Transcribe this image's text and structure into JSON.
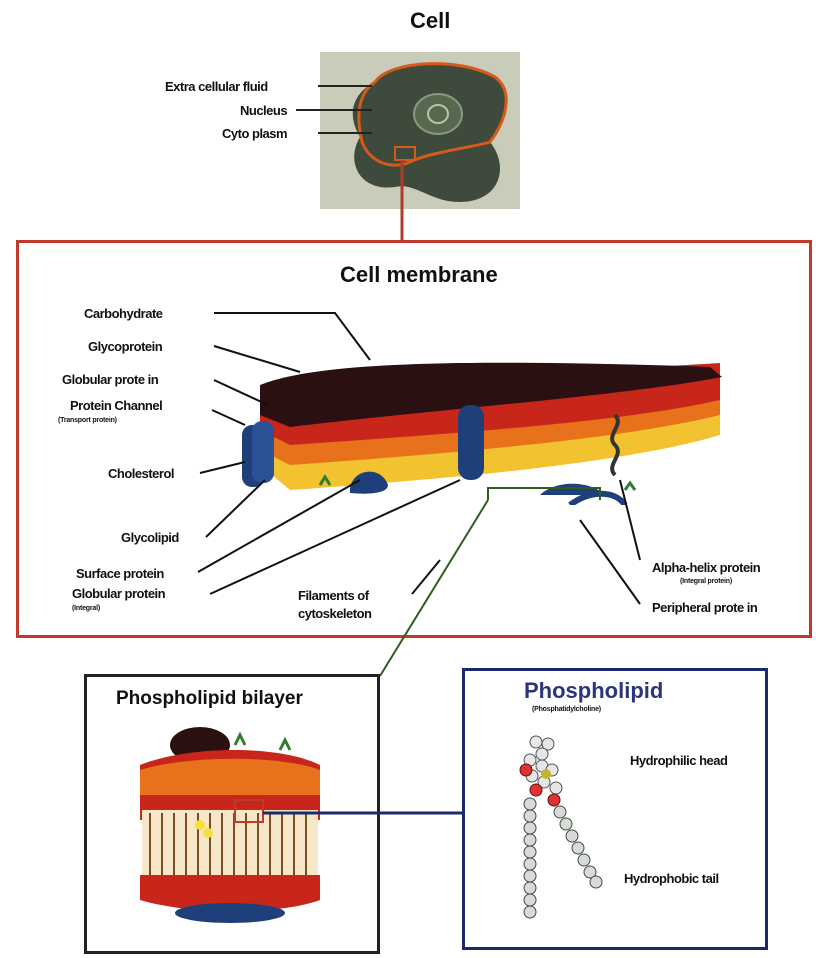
{
  "cell": {
    "title": "Cell",
    "labels": {
      "extracellular_fluid": "Extra cellular fluid",
      "nucleus": "Nucleus",
      "cytoplasm": "Cyto plasm"
    }
  },
  "membrane": {
    "title": "Cell membrane",
    "labels": {
      "carbohydrate": "Carbohydrate",
      "glycoprotein": "Glycoprotein",
      "globular_protein_top": "Globular prote in",
      "protein_channel": "Protein Channel",
      "protein_channel_sub": "(Transport protein)",
      "cholesterol": "Cholesterol",
      "glycolipid": "Glycolipid",
      "surface_protein": "Surface protein",
      "globular_protein_bottom": "Globular protein",
      "globular_protein_bottom_sub": "(Integral)",
      "filaments_line1": "Filaments of",
      "filaments_line2": "cytoskeleton",
      "alpha_helix": "Alpha-helix protein",
      "alpha_helix_sub": "(Integral protein)",
      "peripheral": "Peripheral prote in"
    }
  },
  "bilayer": {
    "title": "Phospholipid bilayer"
  },
  "phospholipid": {
    "title": "Phospholipid",
    "subtitle": "(Phosphatidylcholine)",
    "labels": {
      "head": "Hydrophilic head",
      "tail": "Hydrophobic tail"
    }
  },
  "colors": {
    "membrane_box_border": "#c0392b",
    "connector_red": "#b03a2e",
    "connector_green": "#2f5d1f",
    "dark_box_border": "#222222",
    "phospholipid_box_border": "#1b2a6b",
    "phospholipid_title": "#2a3580"
  }
}
